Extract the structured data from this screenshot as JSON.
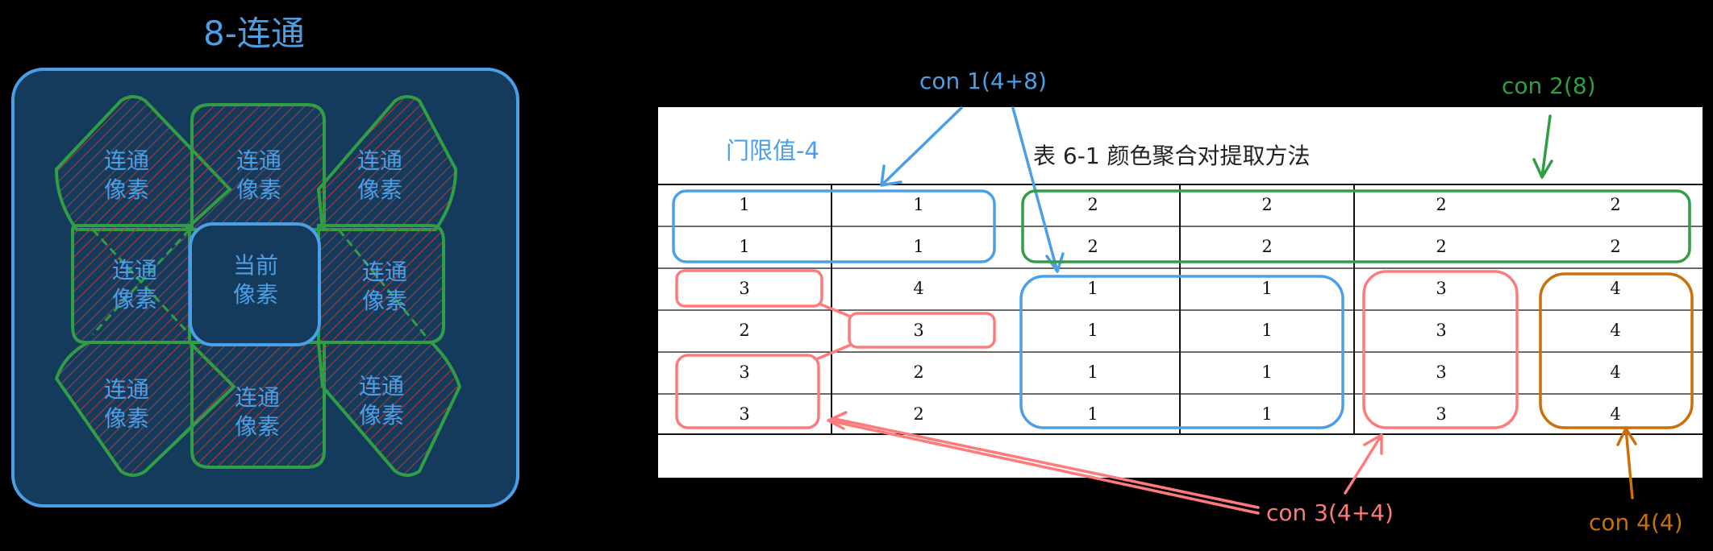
{
  "left_panel": {
    "title": "8-连通",
    "center_label": [
      "当前",
      "像素"
    ],
    "neighbor_label": [
      "连通",
      "像素"
    ]
  },
  "table": {
    "caption": "表 6-1   颜色聚合对提取方法",
    "threshold_label": "门限值-4",
    "rows": [
      [
        1,
        1,
        2,
        2,
        2,
        2
      ],
      [
        1,
        1,
        2,
        2,
        2,
        2
      ],
      [
        3,
        4,
        1,
        1,
        3,
        4
      ],
      [
        2,
        3,
        1,
        1,
        3,
        4
      ],
      [
        3,
        2,
        1,
        1,
        3,
        4
      ],
      [
        3,
        2,
        1,
        1,
        3,
        4
      ]
    ]
  },
  "annotations": {
    "con1": "con 1(4+8)",
    "con2": "con 2(8)",
    "con3": "con 3(4+4)",
    "con4": "con 4(4)"
  },
  "colors": {
    "blue": "#4a9fe6",
    "green": "#2f9e44",
    "red": "#ff7b7b",
    "orange": "#c9700a",
    "panel_fill": "#143a5c"
  }
}
